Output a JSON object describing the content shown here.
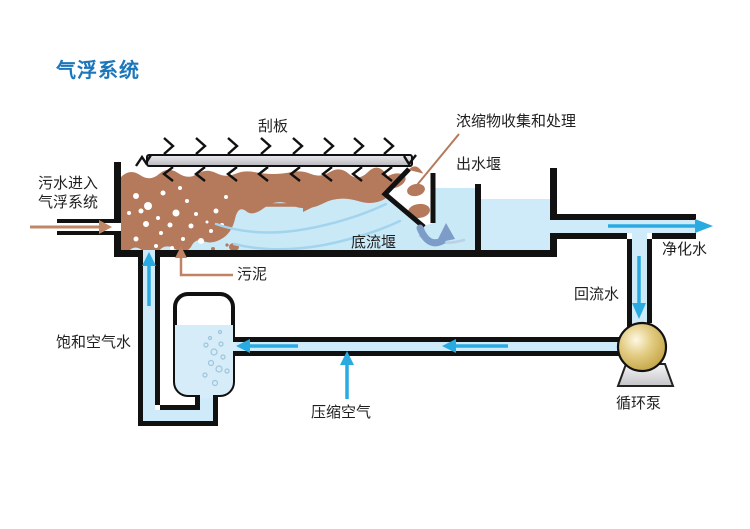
{
  "title": "气浮系统",
  "labels": {
    "inflow": "污水进入\n气浮系统",
    "scraper": "刮板",
    "concentrate": "浓缩物收集和处理",
    "outlet_weir": "出水堰",
    "underflow_weir": "底流堰",
    "purified_water": "净化水",
    "sludge": "污泥",
    "return_water": "回流水",
    "saturated_air_water": "饱和空气水",
    "compressed_air": "压缩空气",
    "circulation_pump": "循环泵"
  },
  "colors": {
    "title_blue": "#1b76bc",
    "pipe_water": "#cfeaf8",
    "tank_water": "#c9e9f6",
    "sludge_brown": "#b5795c",
    "flow_arrow_cyan": "#29abe2",
    "underflow_arrow_steel": "#7d9cc8",
    "pump_gold": "#c9a94d",
    "wall_black": "#111111",
    "scraper_gray": "#d0d0d4"
  }
}
